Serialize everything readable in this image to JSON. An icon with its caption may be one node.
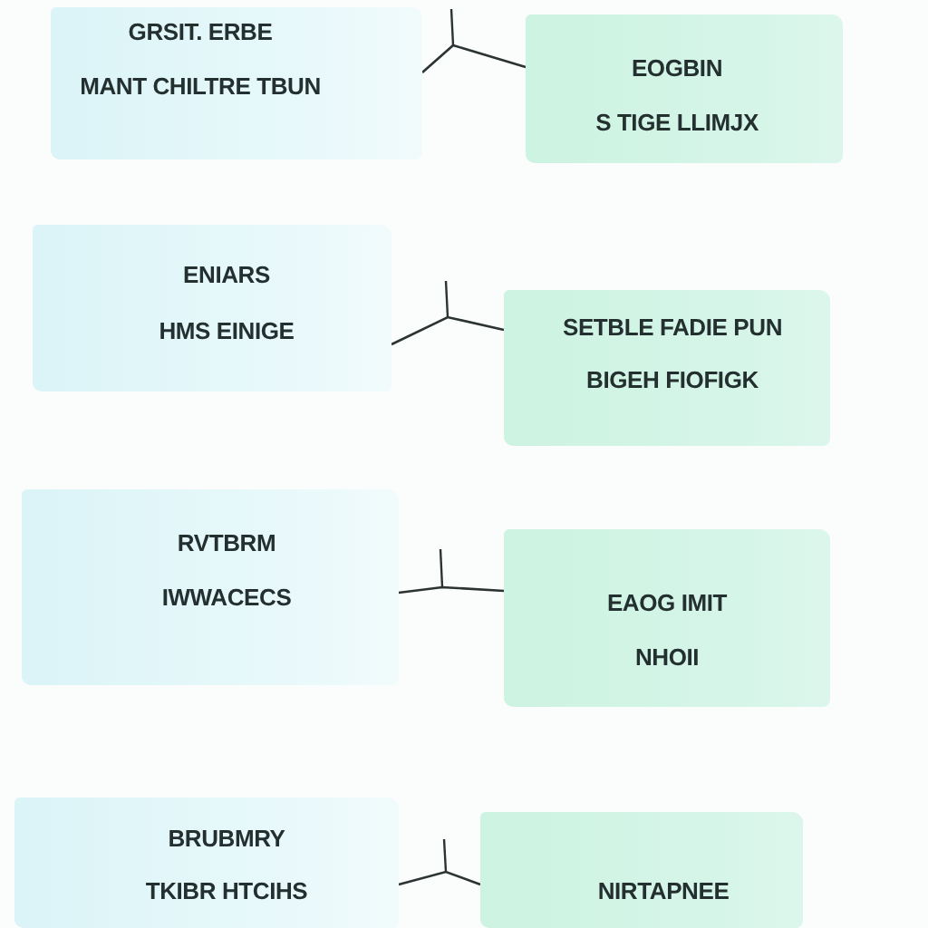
{
  "diagram": {
    "nodes": [
      {
        "text": [
          "GRSIT. ERBE",
          "MANT CHILTRE TBUN"
        ]
      },
      {
        "text": [
          "EOGBIN",
          "S TIGE LLIMJX"
        ]
      },
      {
        "text": [
          "ENIARS",
          "HMS EINIGE"
        ]
      },
      {
        "text": [
          "SETBLE FADIE PUN",
          "BIGEH FIOFIGK"
        ]
      },
      {
        "text": [
          "RVTBRM",
          "IWWACECS"
        ]
      },
      {
        "text": [
          "EAOG IMIT",
          "NHOII"
        ]
      },
      {
        "text": [
          "BRUBMRY",
          "TKIBR HTCIHS"
        ]
      },
      {
        "text": [
          "NIRTAPNEE"
        ]
      }
    ],
    "edges": [
      {
        "from": 0,
        "to": 1,
        "arrow": "none"
      },
      {
        "from": 2,
        "to": 3,
        "arrow": "none"
      },
      {
        "from": 4,
        "to": 5,
        "arrow": "none"
      },
      {
        "from": 6,
        "to": 7,
        "arrow": "none"
      }
    ]
  }
}
